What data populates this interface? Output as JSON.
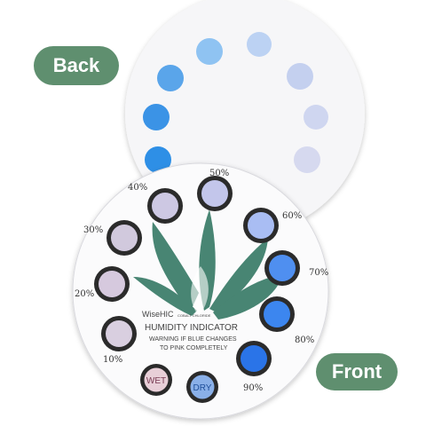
{
  "labels": {
    "back": "Back",
    "front": "Front"
  },
  "card": {
    "brand_name": "WiseHIC",
    "brand_tagline": "COBALT CHLORIDE",
    "product_title": "HUMIDITY INDICATOR",
    "warning_line_1": "WARNING IF BLUE CHANGES",
    "warning_line_2": "TO PINK COMPLETELY",
    "wet_label": "WET",
    "dry_label": "DRY",
    "percent_labels": [
      "10%",
      "20%",
      "30%",
      "40%",
      "50%",
      "60%",
      "70%",
      "80%",
      "90%"
    ]
  },
  "colors": {
    "pill_green": "#5f8f6f",
    "teal_leaf": "#3f7f6c",
    "dot_ring": "#2b2b2b",
    "dot_10": "#d9cfe0",
    "dot_20": "#d6c9de",
    "dot_30": "#d1c9dd",
    "dot_40": "#cdc8e3",
    "dot_50": "#c3c6eb",
    "dot_60": "#a9bdf3",
    "dot_70": "#4f8ff0",
    "dot_80": "#3c86ef",
    "dot_90": "#2a74e8",
    "wet_fill": "#e8cfd8",
    "dry_fill": "#8ab0e8",
    "back_dots": [
      "#2e8fe6",
      "#3b93e6",
      "#5aa5ea",
      "#8fc3f2",
      "#bcd2f3",
      "#c4d0ef",
      "#cfd6f0",
      "#d6d9ef",
      "#dcdcef"
    ]
  }
}
